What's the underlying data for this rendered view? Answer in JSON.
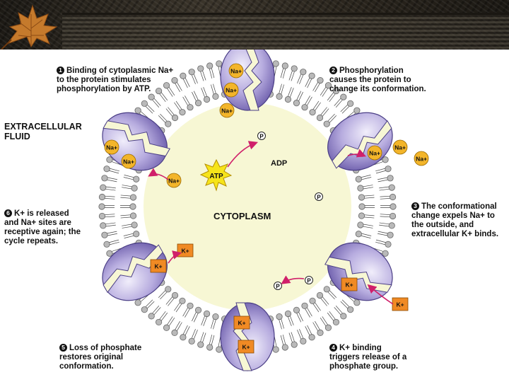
{
  "labels": {
    "extracellular_1": "EXTRACELLULAR",
    "extracellular_2": "FLUID",
    "cytoplasm": "CYTOPLASM",
    "atp": "ATP",
    "adp": "ADP",
    "phosphate": "P",
    "na": "Na+",
    "k": "K+"
  },
  "steps": [
    {
      "num": "1",
      "lines": [
        "Binding of cytoplasmic Na+",
        "to the protein stimulates",
        "phosphorylation by ATP."
      ]
    },
    {
      "num": "2",
      "lines": [
        "Phosphorylation",
        "causes the protein to",
        "change its conformation."
      ]
    },
    {
      "num": "3",
      "lines": [
        "The conformational",
        "change expels Na+ to",
        "the outside, and",
        "extracellular K+ binds."
      ]
    },
    {
      "num": "4",
      "lines": [
        "K+ binding",
        "triggers release of a",
        "phosphate group."
      ]
    },
    {
      "num": "5",
      "lines": [
        "Loss of phosphate",
        "restores original",
        "conformation."
      ]
    },
    {
      "num": "6",
      "lines": [
        "K+ is released",
        "and Na+ sites are",
        "receptive again; the",
        "cycle repeats."
      ]
    }
  ],
  "colors": {
    "cytoplasm": "#f7f7d4",
    "protein": "#8e80c4",
    "protein_light": "#ded8f2",
    "ion": "#f3b52a",
    "atp": "#f6e41a",
    "arrow": "#d0206a",
    "lipid_head": "#b9b9b9",
    "banner": "#2a261f",
    "leaf": "#c87a2a"
  },
  "icons": [
    "autumn-leaf-icon"
  ]
}
